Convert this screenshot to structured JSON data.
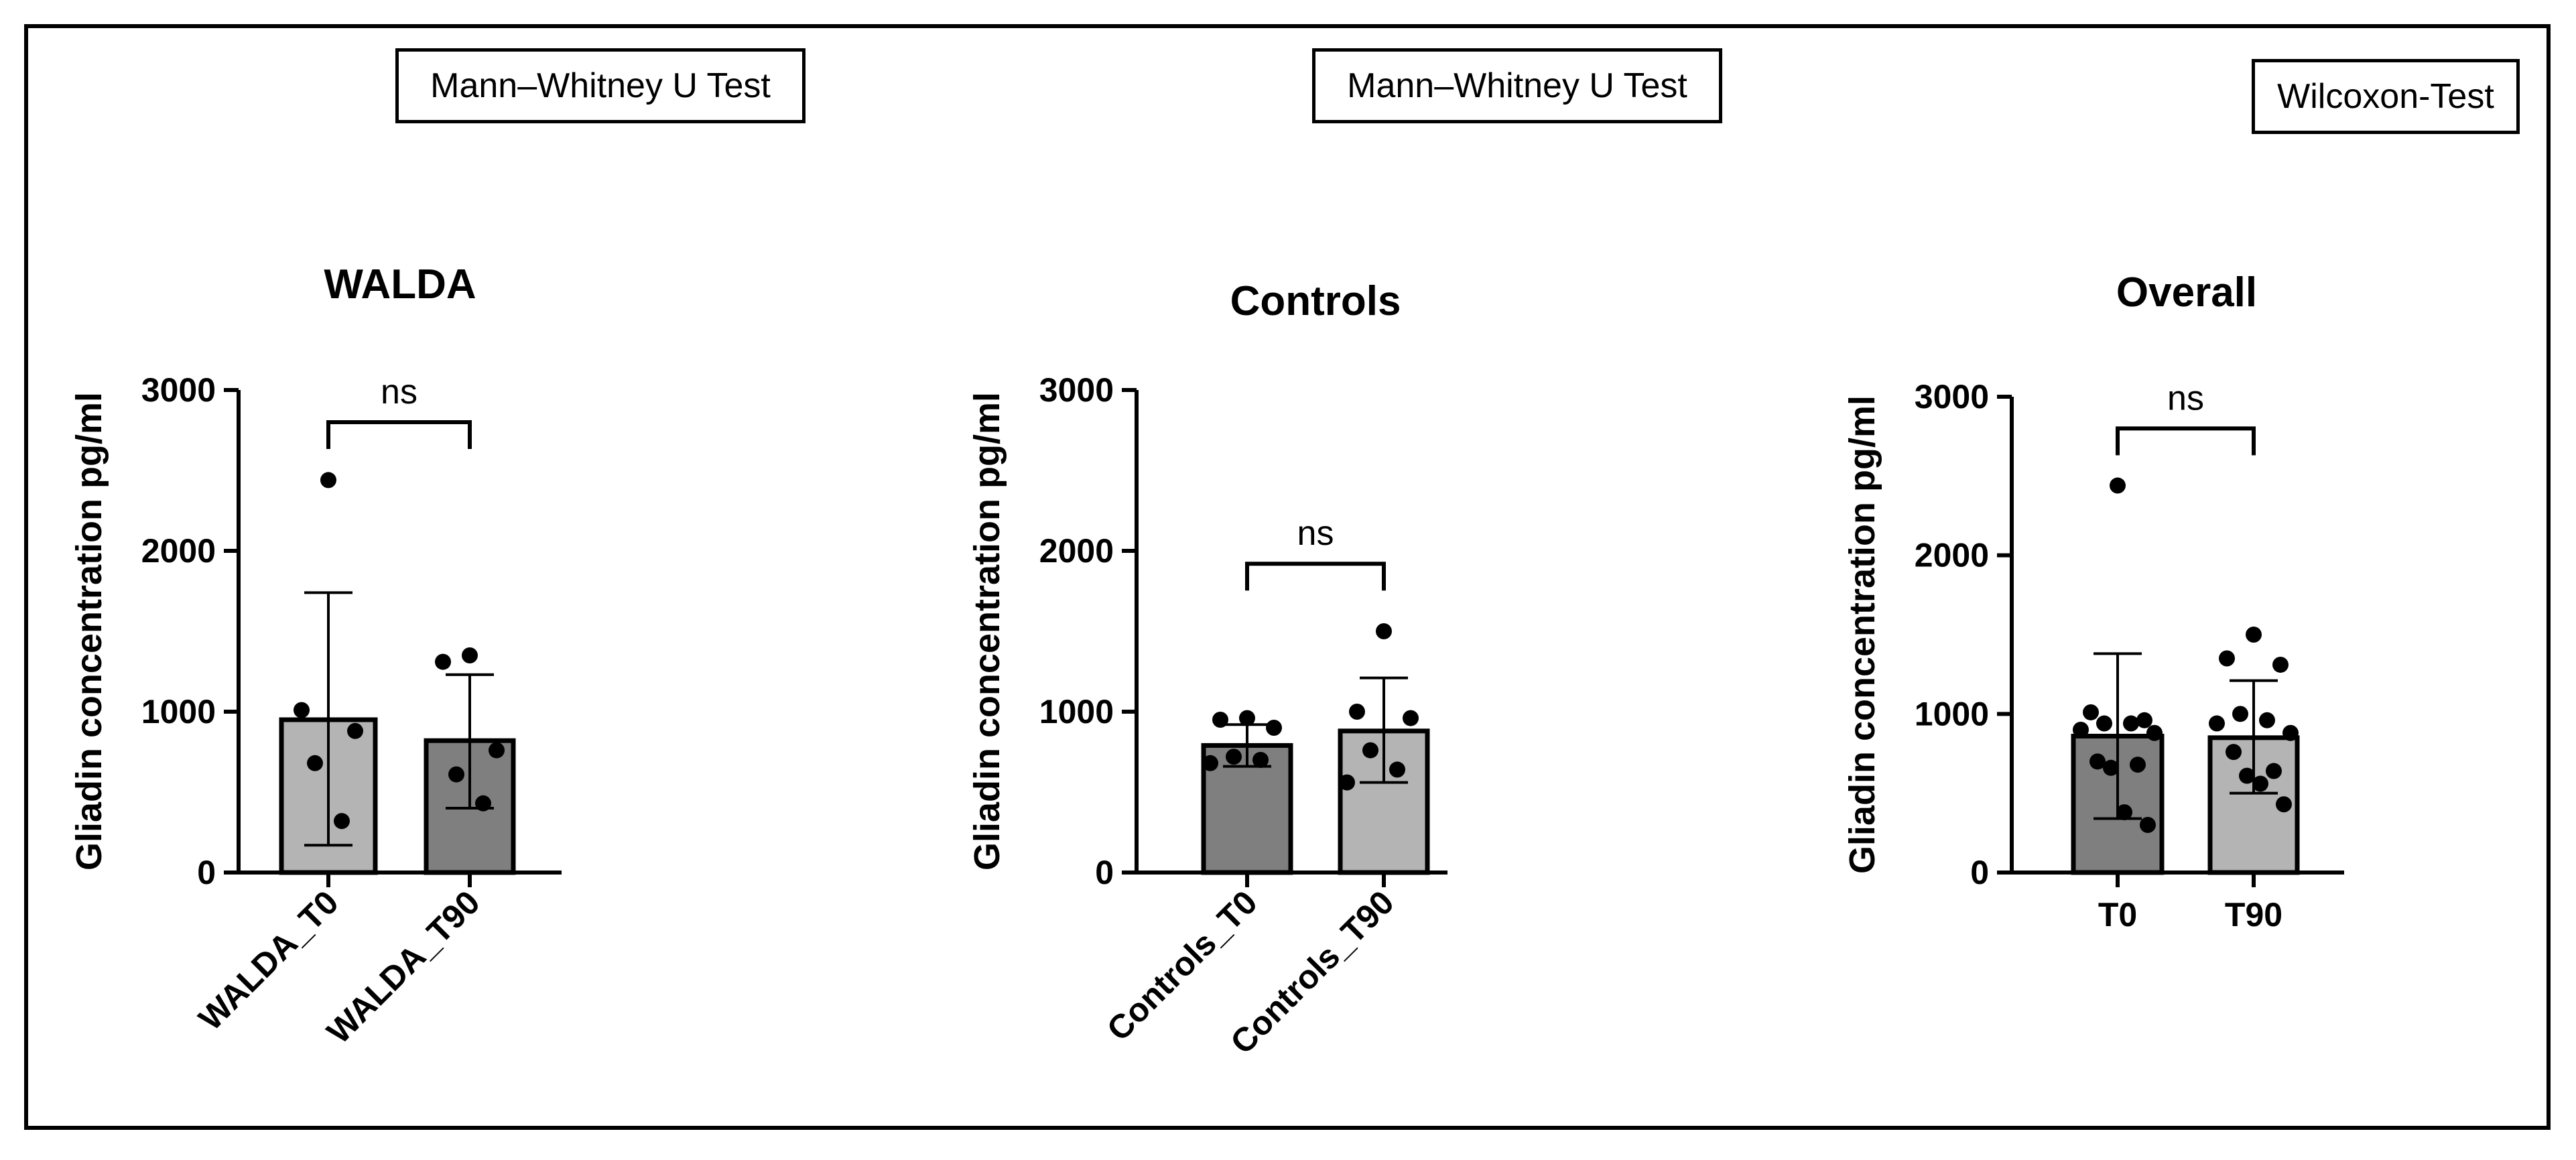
{
  "tests": [
    "Mann–Whitney U Test",
    "Mann–Whitney U Test",
    "Wilcoxon-Test"
  ],
  "colors": {
    "dark_bar": "#7f7f7f",
    "light_bar": "#b4b4b4",
    "ink": "#000000"
  },
  "chart_data": [
    {
      "type": "bar",
      "title": "WALDA",
      "ylabel": "Gliadin concentration pg/ml",
      "xlabel": "",
      "ylim": [
        0,
        3000
      ],
      "yticks": [
        0,
        1000,
        2000,
        3000
      ],
      "categories": [
        "WALDA_T0",
        "WALDA_T90"
      ],
      "values": [
        950,
        820
      ],
      "error": [
        [
          170,
          1740
        ],
        [
          400,
          1230
        ]
      ],
      "points": [
        [
          2440,
          1010,
          880,
          680,
          320
        ],
        [
          1350,
          1310,
          760,
          610,
          430
        ]
      ],
      "bar_colors": [
        "#b4b4b4",
        "#7f7f7f"
      ],
      "significance": "ns",
      "xtick_rotation": -45
    },
    {
      "type": "bar",
      "title": "Controls",
      "ylabel": "Gliadin concentration pg/ml",
      "xlabel": "",
      "ylim": [
        0,
        3000
      ],
      "yticks": [
        0,
        1000,
        2000,
        3000
      ],
      "categories": [
        "Controls_T0",
        "Controls_T90"
      ],
      "values": [
        790,
        880
      ],
      "error": [
        [
          660,
          920
        ],
        [
          560,
          1210
        ]
      ],
      "points": [
        [
          960,
          950,
          900,
          720,
          700,
          680
        ],
        [
          1500,
          1000,
          960,
          760,
          640,
          560
        ]
      ],
      "bar_colors": [
        "#7f7f7f",
        "#b4b4b4"
      ],
      "significance": "ns",
      "xtick_rotation": -45
    },
    {
      "type": "bar",
      "title": "Overall",
      "ylabel": "Gliadin concentration pg/ml",
      "xlabel": "",
      "ylim": [
        0,
        3000
      ],
      "yticks": [
        0,
        1000,
        2000,
        3000
      ],
      "categories": [
        "T0",
        "T90"
      ],
      "values": [
        860,
        850
      ],
      "error": [
        [
          340,
          1380
        ],
        [
          500,
          1210
        ]
      ],
      "points": [
        [
          2440,
          1010,
          960,
          940,
          940,
          900,
          880,
          700,
          680,
          660,
          380,
          300
        ],
        [
          1500,
          1350,
          1310,
          1000,
          960,
          940,
          880,
          760,
          640,
          610,
          560,
          430
        ]
      ],
      "bar_colors": [
        "#7f7f7f",
        "#b4b4b4"
      ],
      "significance": "ns",
      "xtick_rotation": 0
    }
  ]
}
